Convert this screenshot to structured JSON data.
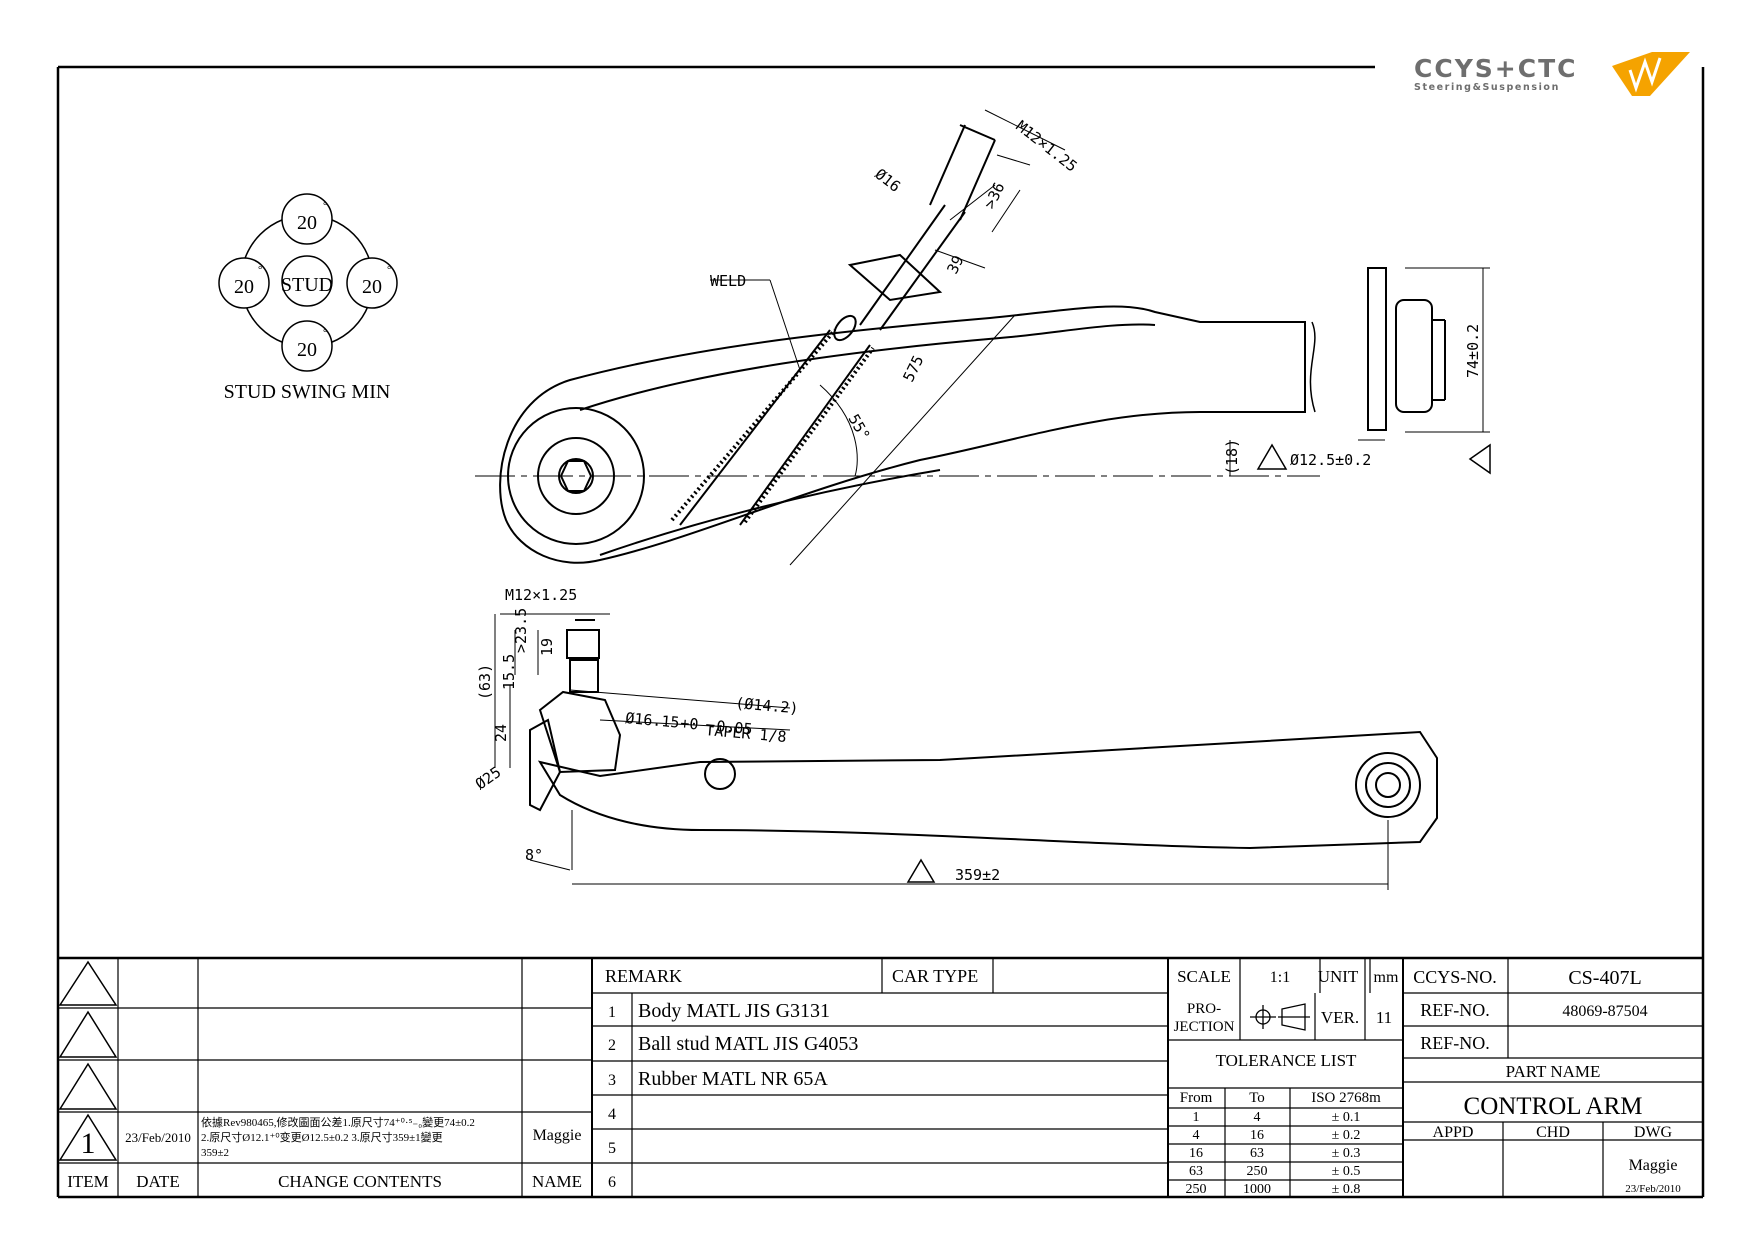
{
  "logo": {
    "brand": "CCYS+CTC",
    "tagline": "Steering&Suspension",
    "brand_color": "#6e6e6e",
    "accent_color": "#f5a300"
  },
  "swing": {
    "stud_label": "STUD",
    "angle_top": "20",
    "angle_left": "20",
    "angle_right": "20",
    "angle_bottom": "20",
    "degree_mark": "°",
    "caption": "STUD SWING MIN"
  },
  "top_view": {
    "thread": "M12×1.25",
    "dia16": "Ø16",
    "len36": ">36",
    "len39": "39",
    "weld": "WELD",
    "len575": "575",
    "angle55": "55°",
    "bush_dim": "74±0.2",
    "offset18": "(18)",
    "dia12_5": "Ø12.5±0.2"
  },
  "side_view": {
    "thread": "M12×1.25",
    "d63": "(63)",
    "d24": "24",
    "d15_5": "15.5",
    "d23_5": ">23.5",
    "d19": "19",
    "taper_dia": "Ø16.15",
    "taper_tol": "+0\n-0.05",
    "taper": "TAPER 1/8",
    "d14_2": "(Ø14.2)",
    "d25": "Ø25",
    "angle8": "8°",
    "len359": "359±2"
  },
  "revisions": {
    "rev_number": "1",
    "rev_date": "23/Feb/2010",
    "rev_lines": [
      "依據Rev980465,修改圖面公差1.原尺寸74⁺⁰·⁵₋₀變更74±0.2",
      "2.原尺寸Ø12.1⁺⁰变更Ø12.5±0.2  3.原尺寸359±1變更",
      "359±2"
    ],
    "rev_name": "Maggie",
    "h_item": "ITEM",
    "h_date": "DATE",
    "h_change": "CHANGE CONTENTS",
    "h_name": "NAME"
  },
  "remarks": {
    "remark_label": "REMARK",
    "car_type_label": "CAR TYPE",
    "rows": [
      {
        "n": "1",
        "text": "Body MATL JIS G3131"
      },
      {
        "n": "2",
        "text": "Ball stud MATL JIS G4053"
      },
      {
        "n": "3",
        "text": "Rubber MATL NR 65A"
      },
      {
        "n": "4",
        "text": ""
      },
      {
        "n": "5",
        "text": ""
      },
      {
        "n": "6",
        "text": ""
      }
    ]
  },
  "specs": {
    "scale_label": "SCALE",
    "scale": "1:1",
    "unit_label": "UNIT",
    "unit": "mm",
    "projection_label_1": "PRO-",
    "projection_label_2": "JECTION",
    "ver_label": "VER.",
    "ver": "11",
    "tolerance_title": "TOLERANCE LIST",
    "tol_headers": [
      "From",
      "To",
      "ISO 2768m"
    ],
    "tolerances": [
      {
        "from": "1",
        "to": "4",
        "tol": "± 0.1"
      },
      {
        "from": "4",
        "to": "16",
        "tol": "± 0.2"
      },
      {
        "from": "16",
        "to": "63",
        "tol": "± 0.3"
      },
      {
        "from": "63",
        "to": "250",
        "tol": "± 0.5"
      },
      {
        "from": "250",
        "to": "1000",
        "tol": "± 0.8"
      }
    ]
  },
  "title_block": {
    "ccys_no_label": "CCYS-NO.",
    "ccys_no": "CS-407L",
    "ref_no_label_1": "REF-NO.",
    "ref_no_1": "48069-87504",
    "ref_no_label_2": "REF-NO.",
    "ref_no_2": "",
    "part_name_label": "PART NAME",
    "part_name": "CONTROL ARM",
    "appd": "APPD",
    "chd": "CHD",
    "dwg": "DWG",
    "drawn_by": "Maggie",
    "drawn_date": "23/Feb/2010"
  }
}
